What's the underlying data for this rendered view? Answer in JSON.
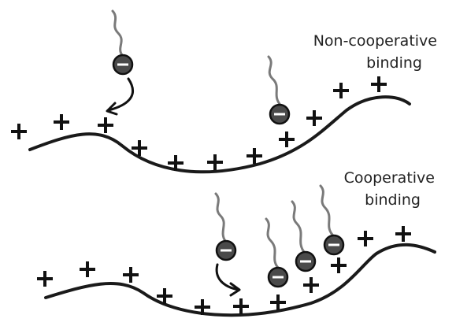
{
  "panels": {
    "noncooperative": {
      "label_line1": "Non-cooperative",
      "label_line2": "binding"
    },
    "cooperative": {
      "label_line1": "Cooperative",
      "label_line2": "binding"
    }
  },
  "symbols": {
    "positive_charge": "+",
    "negative_charge": "−"
  },
  "colors": {
    "curve": "#1a1a1a",
    "plus": "#111111",
    "ligand_head": "#4a4a4a",
    "ligand_tail": "#7a7a7a"
  },
  "icons": {
    "positive_charge": "plus-icon",
    "ligand": "negatively-charged-ligand-icon",
    "binding_arrow": "curved-arrow-icon"
  }
}
